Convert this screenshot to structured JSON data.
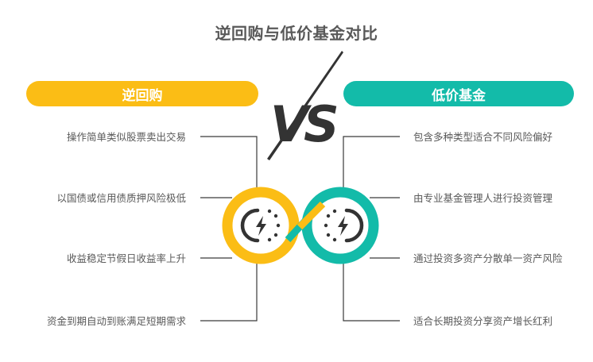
{
  "title": "逆回购与低价基金对比",
  "vs_label": "VS",
  "left": {
    "heading": "逆回购",
    "color": "#FBBD15",
    "items": [
      "操作简单类似股票卖出交易",
      "以国债或信用债质押风险极低",
      "收益稳定节假日收益率上升",
      "资金到期自动到账满足短期需求"
    ],
    "icon": "lightning-charge-icon"
  },
  "right": {
    "heading": "低价基金",
    "color": "#13BBA9",
    "items": [
      "包含多种类型适合不同风险偏好",
      "由专业基金管理人进行投资管理",
      "通过投资多资产分散单一资产风险",
      "适合长期投资分享资产增长红利"
    ],
    "icon": "lightning-charge-icon"
  },
  "colors": {
    "text": "#595959",
    "line": "#3a3a3a",
    "vs": "#333333"
  }
}
